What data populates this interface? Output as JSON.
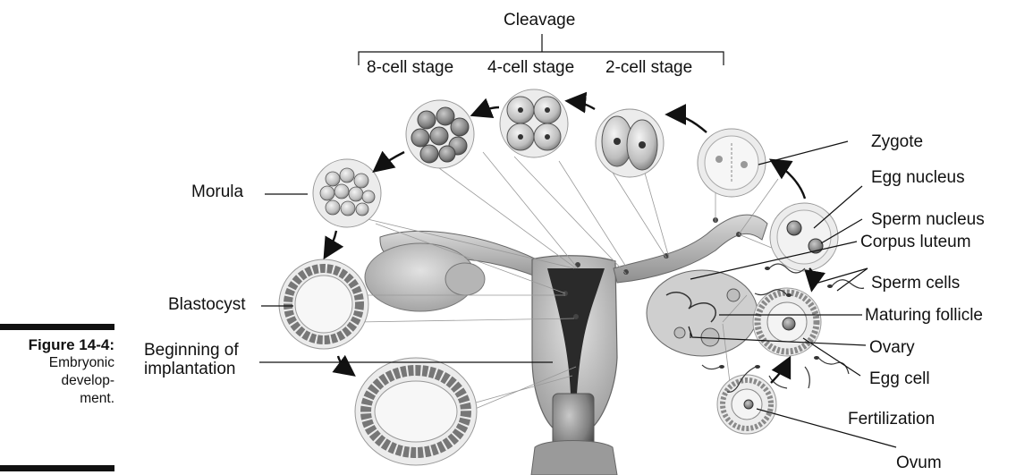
{
  "figure": {
    "number": "Figure 14-4:",
    "caption_lines": [
      "Embryonic",
      "develop-",
      "ment."
    ]
  },
  "labels": {
    "cleavage": "Cleavage",
    "stage_8": "8-cell stage",
    "stage_4": "4-cell stage",
    "stage_2": "2-cell stage",
    "zygote": "Zygote",
    "egg_nucleus": "Egg nucleus",
    "sperm_nucleus": "Sperm nucleus",
    "corpus_luteum": "Corpus luteum",
    "sperm_cells": "Sperm cells",
    "maturing_follicle": "Maturing follicle",
    "ovary": "Ovary",
    "egg_cell": "Egg cell",
    "fertilization": "Fertilization",
    "ovum": "Ovum",
    "morula": "Morula",
    "blastocyst": "Blastocyst",
    "implantation_line1": "Beginning of",
    "implantation_line2": "implantation"
  }
}
